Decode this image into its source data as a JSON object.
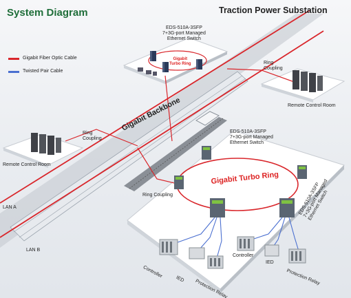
{
  "title": "System Diagram",
  "subtitle": "Traction Power Substation",
  "legend": {
    "fiber": "Gigabit Fiber Optic Cable",
    "twisted": "Twisted Pair Cable",
    "fiber_color": "#d9262b",
    "twisted_color": "#4a6fd0"
  },
  "labels": {
    "switch_top": "EDS-510A-3SFP\n7+3G-port Managed\nEthernet Switch",
    "ring_top": "Gigabit\nTurbo Ring",
    "ring_coupling_right": "Ring\nCoupling",
    "remote_room_right": "Remote Control Room",
    "gigabit_backbone": "Gigabit Backbone",
    "ring_coupling_left": "Ring\nCoupling",
    "remote_room_left": "Remote Control Room",
    "switch_mid": "EDS-510A-3SFP\n7+3G-port Managed\nEthernet Switch",
    "ring_main": "Gigabit Turbo Ring",
    "ring_coupling_bottom": "Ring Coupling",
    "switch_right": "EDS-510A-3SFP\n7+3G-port Managed\nEthernet Switch",
    "lan_a": "LAN A",
    "lan_b": "LAN B",
    "controller_left": "Controller",
    "ied_left": "IED",
    "protection_left": "Protection Relay",
    "controller_right": "Controller",
    "ied_right": "IED",
    "protection_right": "Protection Relay"
  }
}
